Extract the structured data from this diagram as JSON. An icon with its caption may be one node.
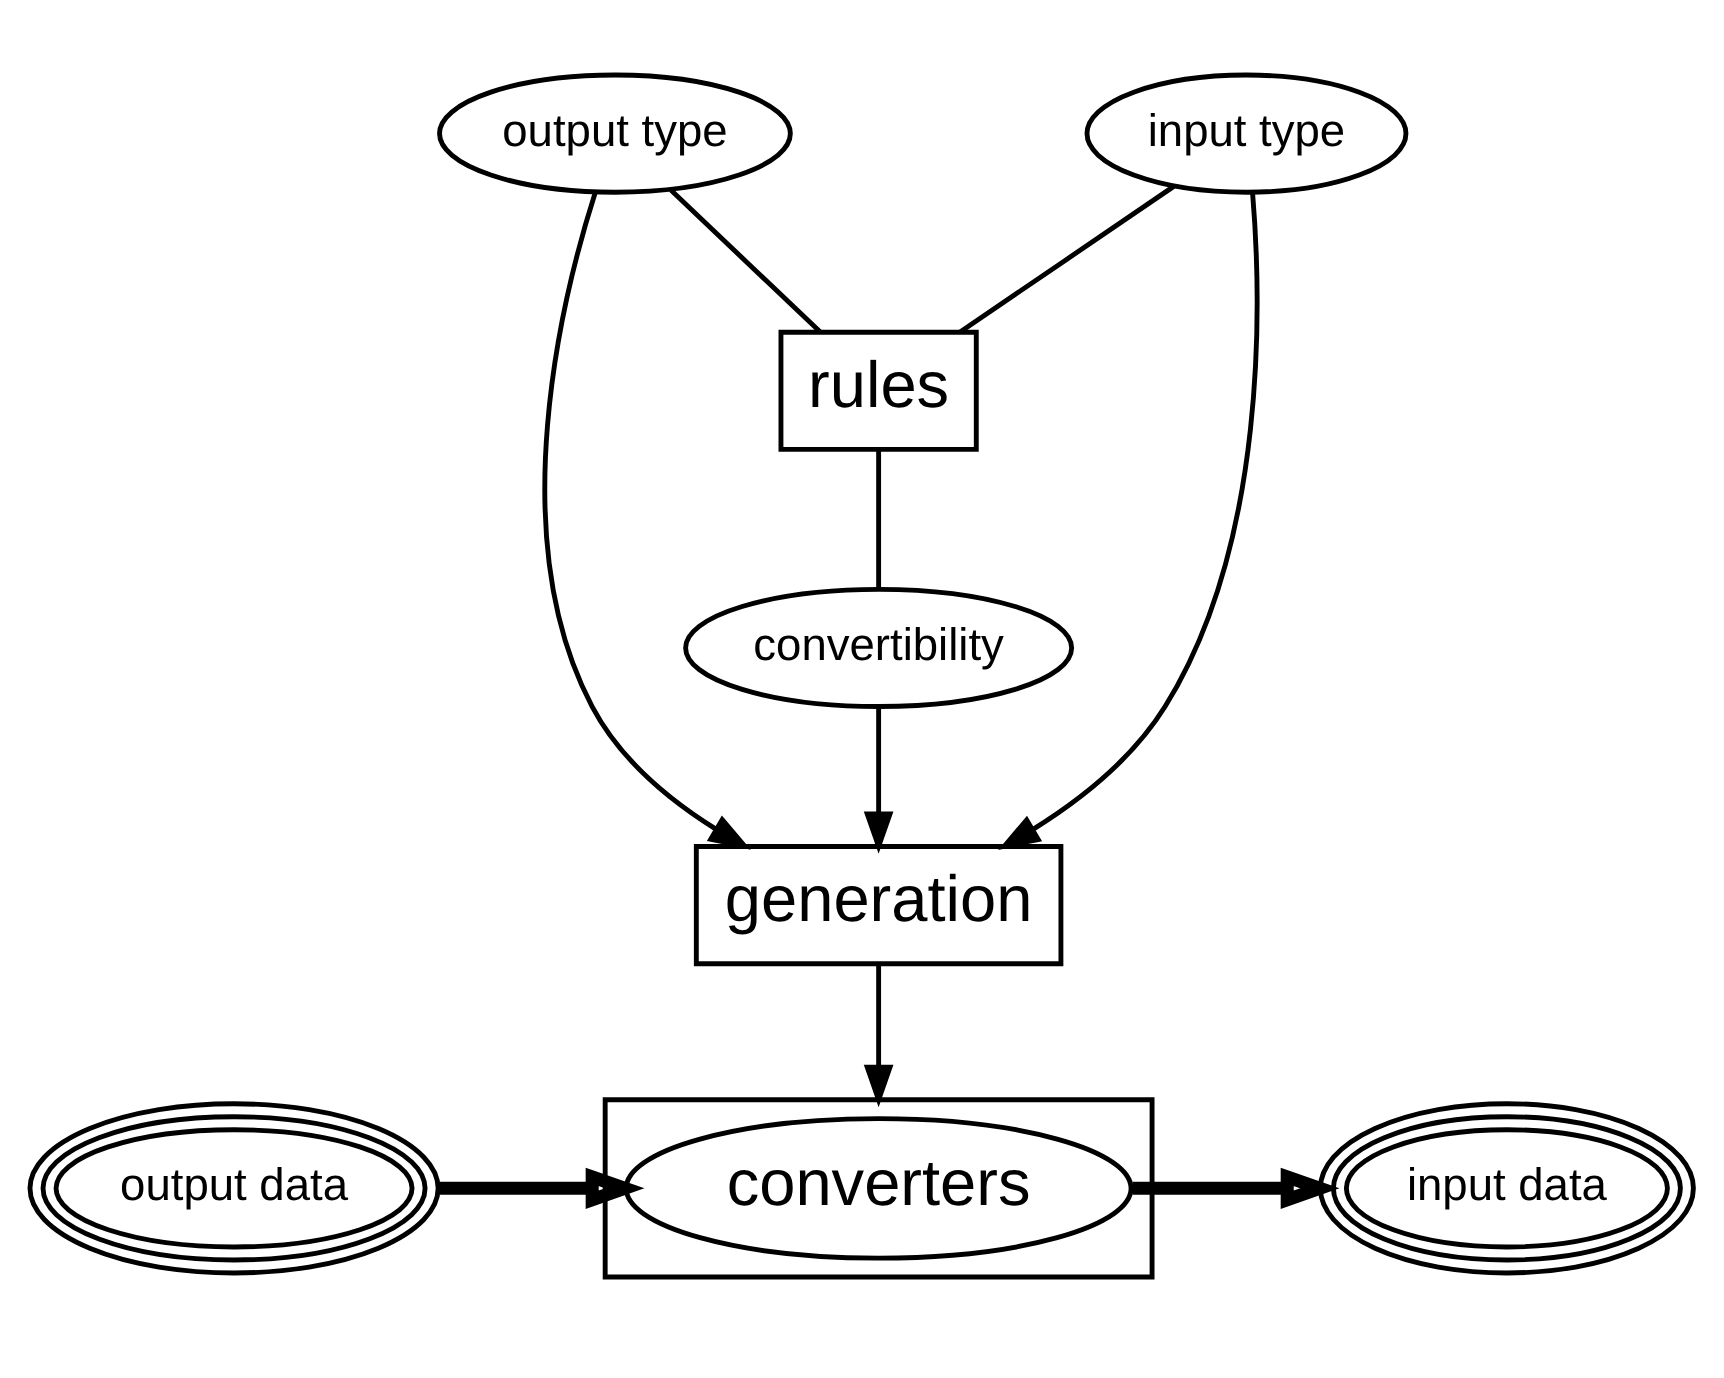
{
  "diagram": {
    "nodes": [
      {
        "text": [
          "output type"
        ]
      },
      {
        "text": [
          "input type"
        ]
      },
      {
        "text": [
          "rules"
        ]
      },
      {
        "text": [
          "convertibility"
        ]
      },
      {
        "text": [
          "generation"
        ]
      },
      {
        "text": [
          "output data"
        ]
      },
      {
        "text": [],
        "shape": "box"
      },
      {
        "text": [
          "converters"
        ],
        "in": 6
      },
      {
        "text": [
          "input data"
        ]
      }
    ],
    "edges": [
      {
        "from": 0,
        "to": 2,
        "arrow": "none"
      },
      {
        "from": 1,
        "to": 2,
        "arrow": "none"
      },
      {
        "from": 2,
        "to": 3,
        "arrow": "none"
      },
      {
        "from": 0,
        "to": 4,
        "arrow": "to"
      },
      {
        "from": 3,
        "to": 4,
        "arrow": "to"
      },
      {
        "from": 1,
        "to": 4,
        "arrow": "to"
      },
      {
        "from": 4,
        "to": 6,
        "arrow": "to"
      },
      {
        "from": 5,
        "to": 7,
        "arrow": "to",
        "style": "thick"
      },
      {
        "from": 7,
        "to": 8,
        "arrow": "to",
        "style": "thick"
      }
    ]
  }
}
